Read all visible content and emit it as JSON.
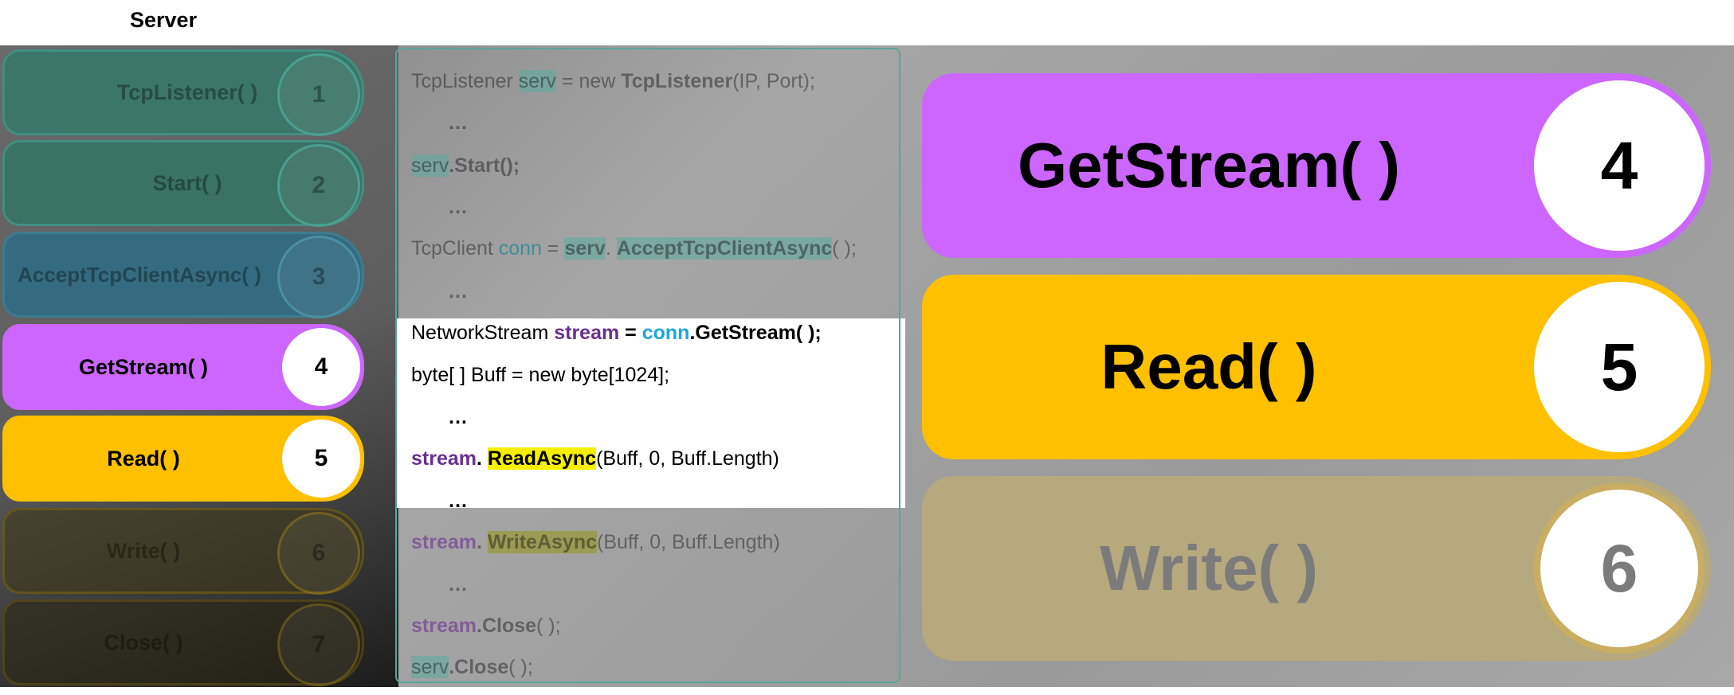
{
  "title": "Server",
  "steps": [
    {
      "label": "TcpListener( )",
      "num": "1"
    },
    {
      "label": "Start( )",
      "num": "2"
    },
    {
      "label": "AcceptTcpClientAsync( )",
      "num": "3"
    },
    {
      "label": "GetStream( )",
      "num": "4"
    },
    {
      "label": "Read( )",
      "num": "5"
    },
    {
      "label": "Write( )",
      "num": "6"
    },
    {
      "label": "Close( )",
      "num": "7"
    }
  ],
  "code": {
    "l1": {
      "a": "TcpListener ",
      "b": "serv",
      "c": " = new ",
      "d": "TcpListener",
      "e": "(IP, Port);"
    },
    "ellipsis": "…",
    "l2": {
      "a": "serv",
      "b": ".Start();"
    },
    "l3": {
      "a": "TcpClient ",
      "b": "conn",
      "c": " = ",
      "d": "serv",
      "e": ". ",
      "f": "AcceptTcpClientAsync",
      "g": "( );"
    },
    "l4": {
      "a": "NetworkStream ",
      "b": "stream",
      "c": " = ",
      "d": "conn",
      "e": ".GetStream( );"
    },
    "l5": "byte[ ] Buff = new byte[1024];",
    "l6": {
      "a": "stream",
      "b": ". ",
      "c": "ReadAsync",
      "d": "(Buff, 0, Buff.Length)"
    },
    "l7": {
      "a": "stream",
      "b": ". ",
      "c": "WriteAsync",
      "d": "(Buff, 0, Buff.Length)"
    },
    "l8": {
      "a": "stream",
      "b": ".Close",
      "c": "( );"
    },
    "l9": {
      "a": "serv",
      "b": ".Close",
      "c": "( );"
    }
  },
  "big": [
    {
      "label": "GetStream( )",
      "num": "4"
    },
    {
      "label": "Read( )",
      "num": "5"
    },
    {
      "label": "Write( )",
      "num": "6"
    }
  ],
  "colors": {
    "getstream": "#cc66ff",
    "read": "#ffc000",
    "teal_dim": "#3b7a6e",
    "blue_dim": "#356b80"
  }
}
